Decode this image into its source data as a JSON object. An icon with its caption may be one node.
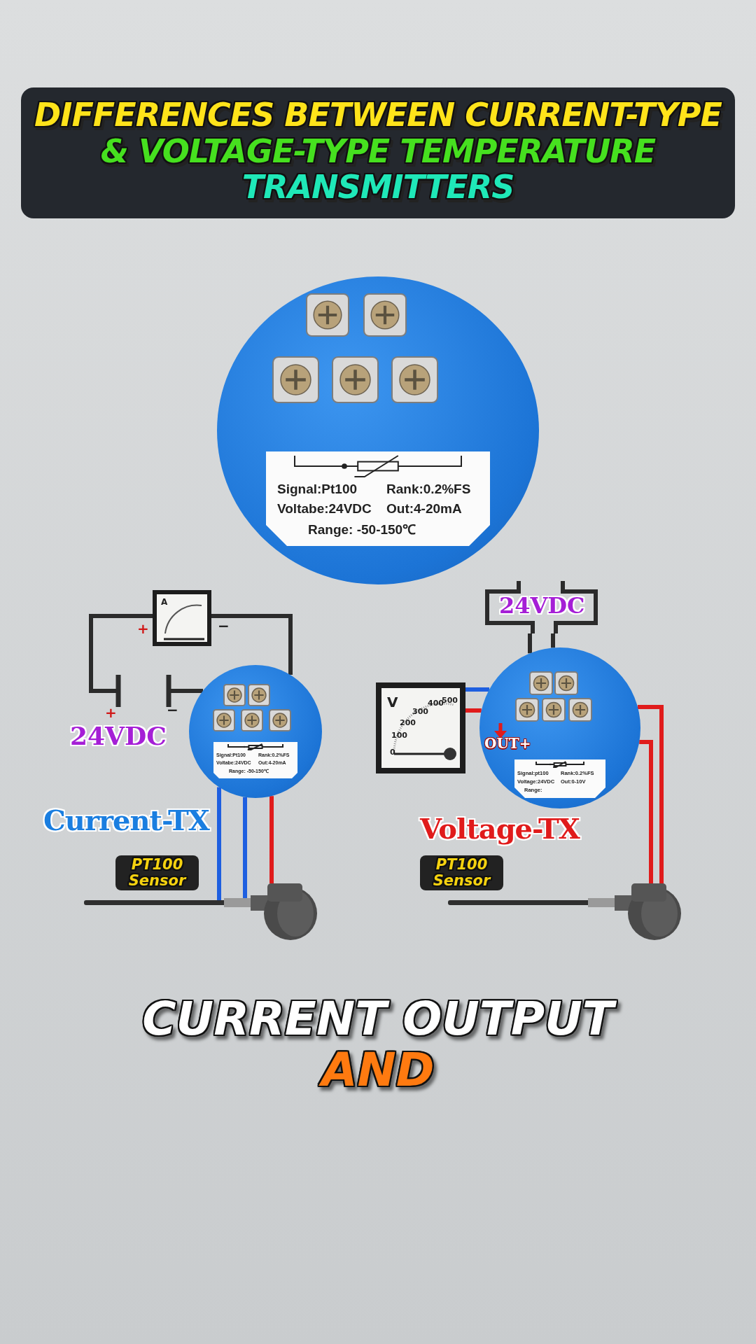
{
  "diagram": {
    "title": "DIFFERENCES BETWEEN CURRENT-TYPE & VOLTAGE-TYPE TEMPERATURE TRANSMITTERS",
    "caption": "CURRENT OUTPUT AND",
    "nodes": [
      {
        "text": [
          "Signal:Pt100",
          "Rank:0.2%FS",
          "Voltabe:24VDC",
          "Out:4-20mA",
          "Range: -50-150℃"
        ]
      },
      {
        "text": [
          "A"
        ]
      },
      {
        "text": [],
        "shape": "battery",
        "beside": [
          "24VDC"
        ]
      },
      {
        "text": [
          "Signal:Pt100",
          "Rank:0.2%FS",
          "Voltabe:24VDC",
          "Out:4-20mA",
          "Range: -50-150℃"
        ],
        "beside": [
          "Current-TX"
        ]
      },
      {
        "text": [],
        "shape": "picture",
        "beside": [
          "PT100 Sensor"
        ]
      },
      {
        "text": [
          "V",
          "100",
          "200",
          "300",
          "400",
          "500",
          "0"
        ]
      },
      {
        "text": [
          "24VDC"
        ]
      },
      {
        "text": [
          "OUT+",
          "Signal:pt100",
          "Rank:0.2%FS",
          "Voltage:24VDC",
          "Out:0-10V",
          "Range:"
        ],
        "beside": [
          "Voltage-TX"
        ]
      },
      {
        "text": [],
        "shape": "picture",
        "beside": [
          "PT100 Sensor"
        ]
      }
    ],
    "edges": [
      {
        "from": 1,
        "to": 2,
        "arrow": "none"
      },
      {
        "from": 1,
        "to": 3,
        "arrow": "none"
      },
      {
        "from": 2,
        "to": 3,
        "arrow": "none"
      },
      {
        "from": 3,
        "to": 4,
        "arrow": "none",
        "color": "#1e5fe0"
      },
      {
        "from": 3,
        "to": 4,
        "arrow": "none",
        "color": "#1e5fe0"
      },
      {
        "from": 3,
        "to": 4,
        "arrow": "none",
        "color": "#e01b1b"
      },
      {
        "from": 6,
        "to": 7,
        "arrow": "none"
      },
      {
        "from": 6,
        "to": 7,
        "arrow": "none"
      },
      {
        "from": 5,
        "to": 7,
        "arrow": "none",
        "color": "#1e5fe0"
      },
      {
        "from": 5,
        "to": 7,
        "arrow": "none",
        "color": "#e01b1b"
      },
      {
        "from": 7,
        "to": 8,
        "arrow": "none",
        "color": "#e01b1b"
      },
      {
        "from": 7,
        "to": 8,
        "arrow": "none",
        "color": "#e01b1b"
      }
    ],
    "labels": [
      "+",
      "−",
      "+",
      "−"
    ]
  }
}
